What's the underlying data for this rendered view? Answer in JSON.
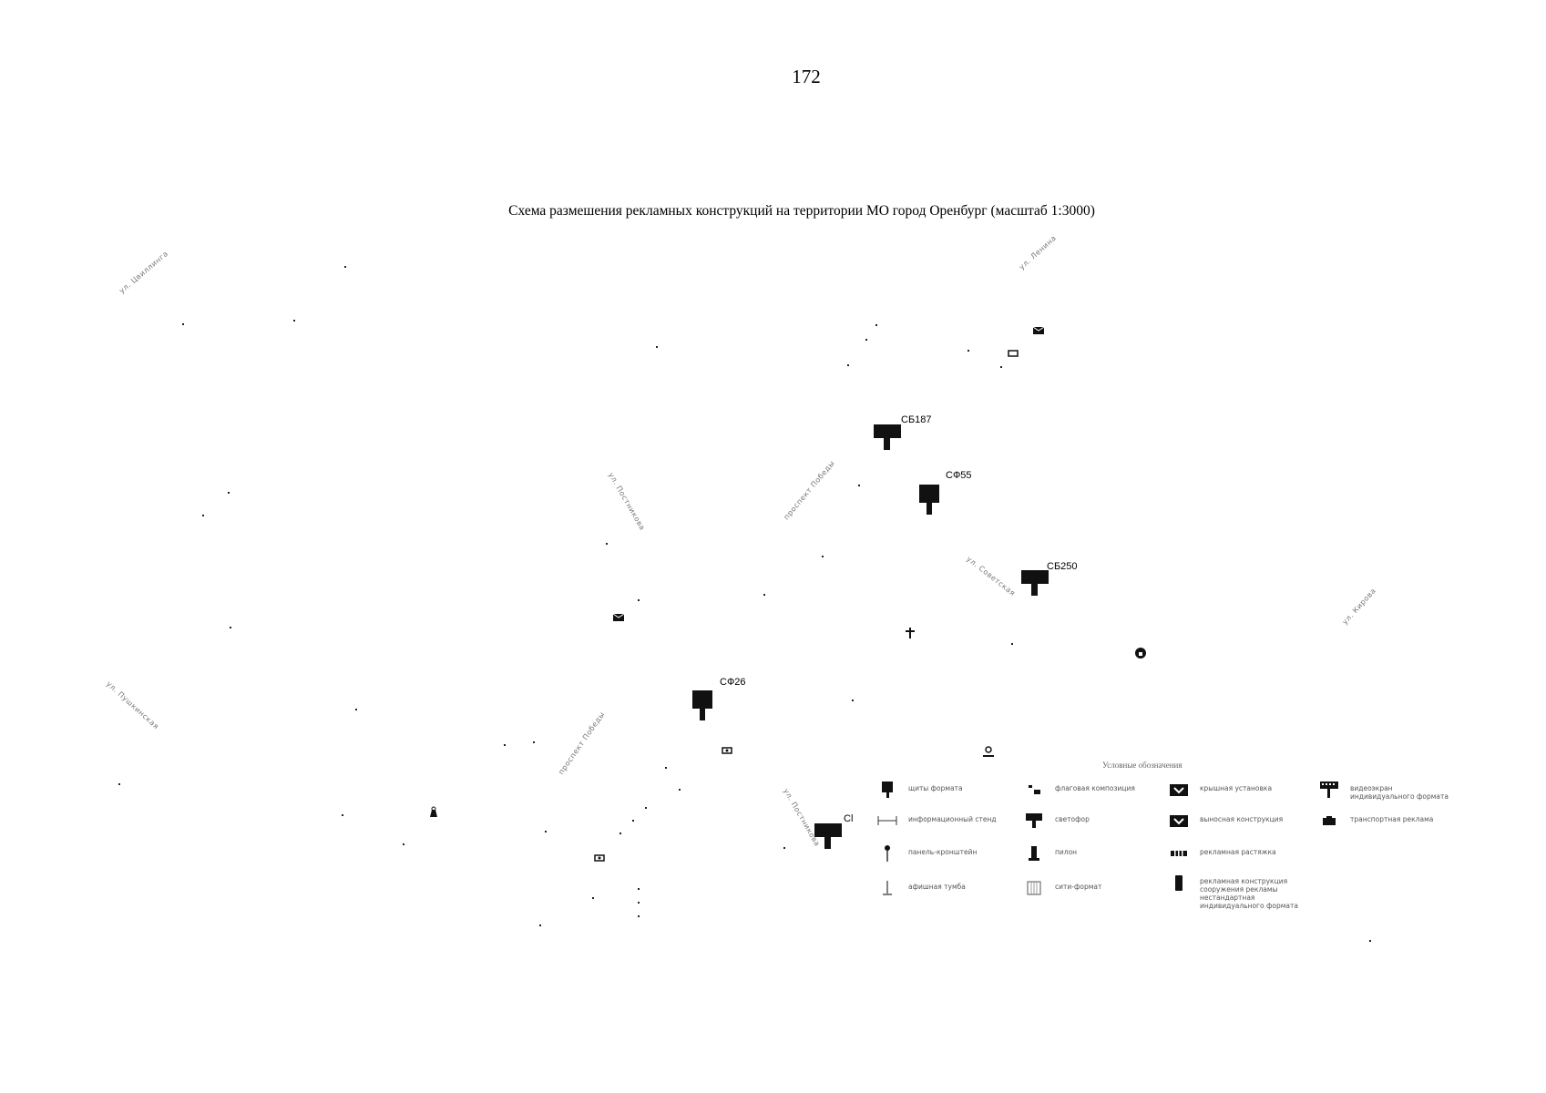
{
  "page_number": "172",
  "title": "Схема размешения рекламных конструкций на территории МО город Оренбург (масштаб 1:3000)",
  "streets": [
    {
      "id": "street-nw",
      "label": "ул. Цвиллинга"
    },
    {
      "id": "street-center-1",
      "label": "ул. Постникова"
    },
    {
      "id": "street-center-2",
      "label": "проспект Победы"
    },
    {
      "id": "street-center-3",
      "label": "ул. Советская"
    },
    {
      "id": "street-west",
      "label": "ул. Пушкинская"
    },
    {
      "id": "street-sw-1",
      "label": "проспект Победы"
    },
    {
      "id": "street-sw-2",
      "label": "ул. Постникова"
    },
    {
      "id": "street-ne",
      "label": "ул. Кирова"
    },
    {
      "id": "street-top",
      "label": "ул. Ленина"
    }
  ],
  "markers": [
    {
      "id": "sb187",
      "label": "СБ187"
    },
    {
      "id": "sf55",
      "label": "СФ55"
    },
    {
      "id": "sb250",
      "label": "СБ250"
    },
    {
      "id": "sf26",
      "label": "СФ26"
    },
    {
      "id": "cl",
      "label": "Cl"
    }
  ],
  "legend": {
    "title": "Условные обозначения",
    "items": [
      {
        "id": "shchit",
        "label": "щиты формата",
        "icon": "billboard-icon"
      },
      {
        "id": "flag",
        "label": "флаговая композиция",
        "icon": "flag-icon"
      },
      {
        "id": "roof",
        "label": "крышная установка",
        "icon": "roof-installation-icon"
      },
      {
        "id": "videoscreen",
        "label": "видеоэкран\nиндивидуального формата",
        "icon": "video-screen-icon"
      },
      {
        "id": "info-stand",
        "label": "информационный стенд",
        "icon": "info-stand-icon"
      },
      {
        "id": "semaphore",
        "label": "светофор",
        "icon": "traffic-light-icon"
      },
      {
        "id": "roof-spec",
        "label": "выносная конструкция",
        "icon": "roof-special-icon"
      },
      {
        "id": "transport",
        "label": "транспортная реклама",
        "icon": "transport-ad-icon"
      },
      {
        "id": "panel",
        "label": "панель-кронштейн",
        "icon": "bracket-panel-icon"
      },
      {
        "id": "pylon",
        "label": "пилон",
        "icon": "pylon-icon"
      },
      {
        "id": "stretch",
        "label": "рекламная растяжка",
        "icon": "stretch-banner-icon"
      },
      {
        "id": "tumba",
        "label": "афишная тумба",
        "icon": "poster-pillar-icon"
      },
      {
        "id": "stela",
        "label": "сити-формат",
        "icon": "city-format-icon"
      },
      {
        "id": "special",
        "label": "рекламная конструкция\nсооружения рекламы\nнестандартная\nиндивидуального формата",
        "icon": "special-construction-icon"
      }
    ]
  }
}
